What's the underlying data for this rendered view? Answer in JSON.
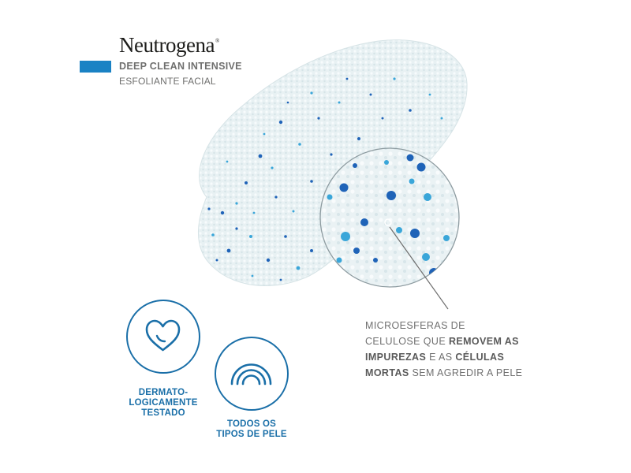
{
  "brand": {
    "name": "Neutrogena",
    "mark": "®"
  },
  "product": {
    "line": "DEEP CLEAN INTENSIVE",
    "type": "ESFOLIANTE FACIAL"
  },
  "caption": {
    "part1": "MICROESFERAS DE CELULOSE QUE ",
    "bold1": "REMOVEM AS IMPUREZAS",
    "part2": " E AS ",
    "bold2": "CÉLULAS MORTAS",
    "part3": " SEM AGREDIR A PELE"
  },
  "badges": [
    {
      "icon": "heart-icon",
      "lines": [
        "DERMATO-",
        "LOGICAMENTE",
        "TESTADO"
      ]
    },
    {
      "icon": "rainbow-icon",
      "lines": [
        "TODOS OS",
        "TIPOS DE PELE"
      ]
    }
  ],
  "colors": {
    "accent": "#1a82c4",
    "badge": "#1a6fa8",
    "text": "#6f6f6e",
    "bead_dark": "#1f63b8",
    "bead_light": "#3aa6d9"
  }
}
